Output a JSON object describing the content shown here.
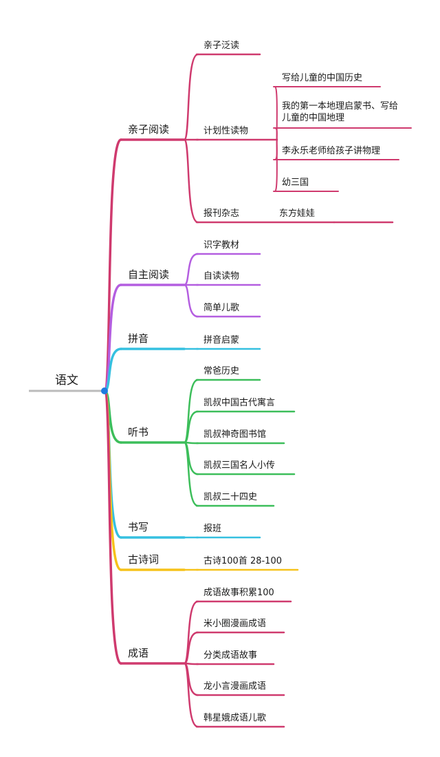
{
  "root": {
    "label": "语文"
  },
  "colors": {
    "pink": "#cf3a6e",
    "purple": "#b45ee0",
    "cyan": "#35c0e0",
    "green": "#3cbe5a",
    "yellow": "#f6c21a",
    "root_line": "#bbbbbb",
    "root_dot": "#1f7ae0"
  },
  "branches": [
    {
      "label": "亲子阅读",
      "color": "pink",
      "children": [
        {
          "label": "亲子泛读"
        },
        {
          "label": "计划性读物",
          "children": [
            {
              "label": "写给儿童的中国历史"
            },
            {
              "label": "我的第一本地理启蒙书、写给儿童的中国地理"
            },
            {
              "label": "李永乐老师给孩子讲物理"
            },
            {
              "label": "幼三国"
            }
          ]
        },
        {
          "label": "报刊杂志",
          "children": [
            {
              "label": "东方娃娃"
            }
          ]
        }
      ]
    },
    {
      "label": "自主阅读",
      "color": "purple",
      "children": [
        {
          "label": "识字教材"
        },
        {
          "label": "自读读物"
        },
        {
          "label": "简单儿歌"
        }
      ]
    },
    {
      "label": "拼音",
      "color": "cyan",
      "children": [
        {
          "label": "拼音启蒙"
        }
      ]
    },
    {
      "label": "听书",
      "color": "green",
      "children": [
        {
          "label": "常爸历史"
        },
        {
          "label": "凯叔中国古代寓言"
        },
        {
          "label": "凯叔神奇图书馆"
        },
        {
          "label": "凯叔三国名人小传"
        },
        {
          "label": "凯叔二十四史"
        }
      ]
    },
    {
      "label": "书写",
      "color": "cyan",
      "children": [
        {
          "label": "报班"
        }
      ]
    },
    {
      "label": "古诗词",
      "color": "yellow",
      "children": [
        {
          "label": "古诗100首 28-100"
        }
      ]
    },
    {
      "label": "成语",
      "color": "pink",
      "children": [
        {
          "label": "成语故事积累100"
        },
        {
          "label": "米小圈漫画成语"
        },
        {
          "label": "分类成语故事"
        },
        {
          "label": "龙小言漫画成语"
        },
        {
          "label": "韩星娥成语儿歌"
        }
      ]
    }
  ]
}
